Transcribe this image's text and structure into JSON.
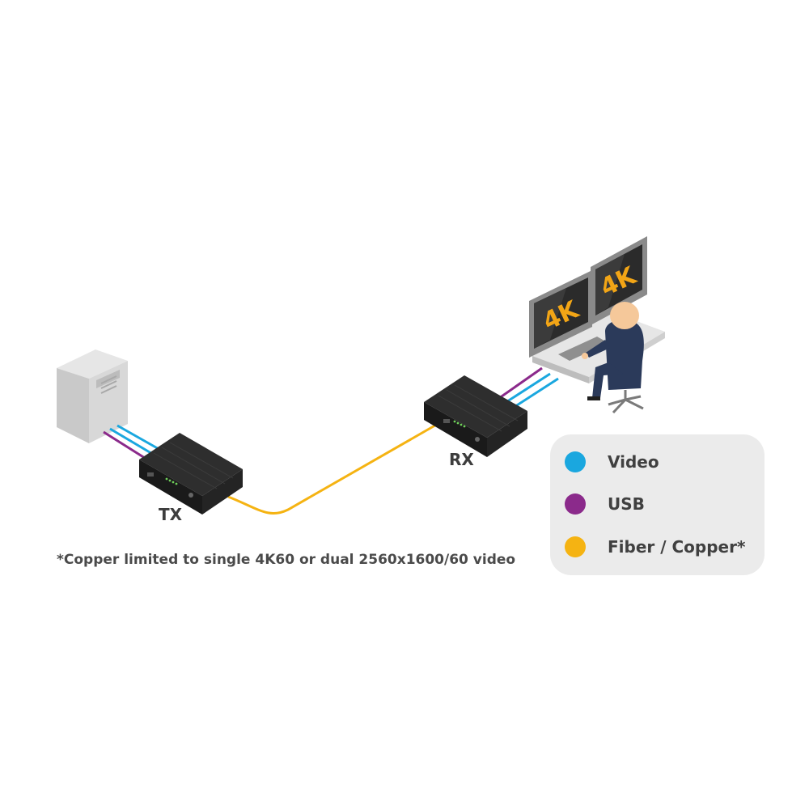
{
  "devices": {
    "tx_label": "TX",
    "rx_label": "RX"
  },
  "monitors": [
    {
      "text": "4K"
    },
    {
      "text": "4K"
    }
  ],
  "footnote": "*Copper limited to single 4K60 or dual 2560x1600/60 video",
  "legend": {
    "items": [
      {
        "label": "Video",
        "color": "#1aa7df"
      },
      {
        "label": "USB",
        "color": "#8b2a8b"
      },
      {
        "label": "Fiber / Copper*",
        "color": "#f5b312"
      }
    ]
  },
  "colors": {
    "video": "#1aa7df",
    "usb": "#8b2a8b",
    "fiber": "#f5b312",
    "monitor_text": "#f2a516"
  }
}
